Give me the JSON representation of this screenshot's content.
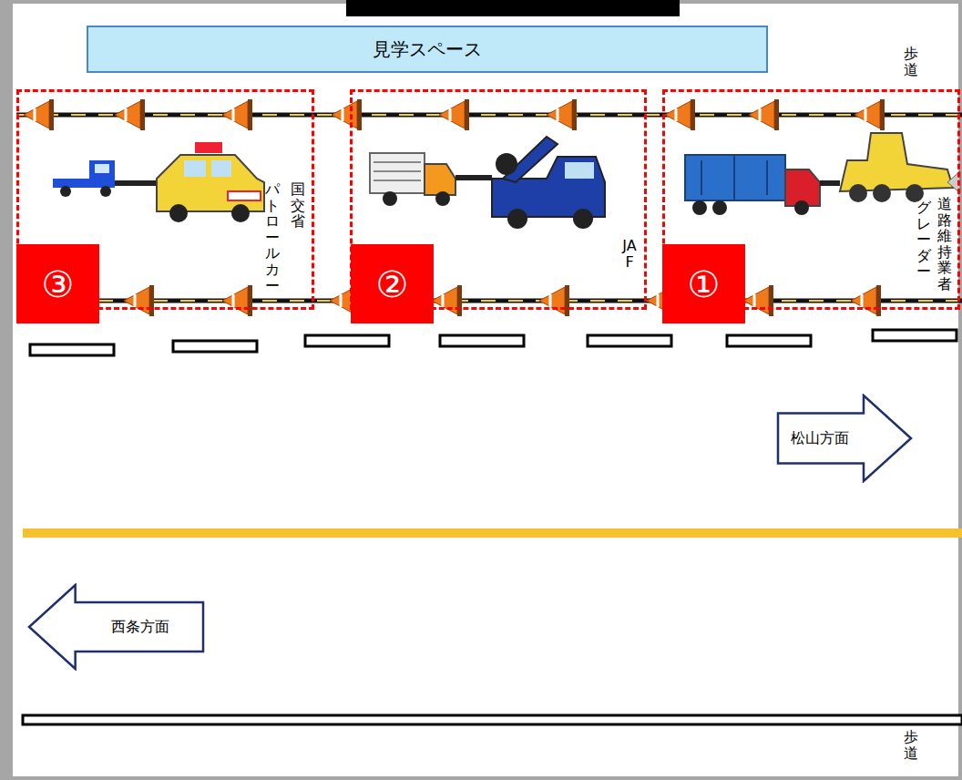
{
  "diagram": {
    "nodes": [
      {
        "text": [
          "見学スペース"
        ]
      },
      {
        "text": [
          "①",
          "グレーダー",
          "道路維持業者"
        ]
      },
      {
        "text": [
          "②",
          "JAF"
        ]
      },
      {
        "text": [
          "③",
          "パトロールカー",
          "国交省"
        ]
      },
      {
        "text": [
          "松山方面"
        ]
      },
      {
        "text": [
          "西条方面"
        ]
      }
    ],
    "labels": [
      "歩道",
      "歩道"
    ]
  }
}
